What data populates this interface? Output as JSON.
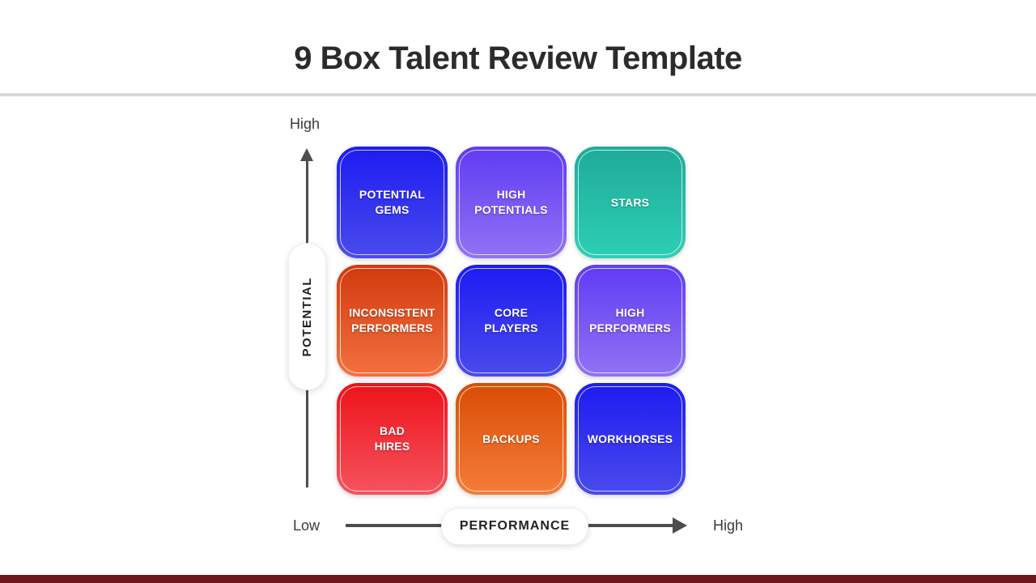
{
  "title": "9 Box Talent Review Template",
  "y_axis": {
    "top_label": "High",
    "label": "POTENTIAL"
  },
  "x_axis": {
    "left_label": "Low",
    "label": "PERFORMANCE",
    "right_label": "High"
  },
  "grid": {
    "cells": [
      {
        "id": "potential-gems",
        "label": "POTENTIAL\nGEMS",
        "palette": "blue"
      },
      {
        "id": "high-potentials",
        "label": "HIGH\nPOTENTIALS",
        "palette": "purple"
      },
      {
        "id": "stars",
        "label": "STARS",
        "palette": "teal"
      },
      {
        "id": "inconsistent-performers",
        "label": "INCONSISTENT\nPERFORMERS",
        "palette": "orange_red"
      },
      {
        "id": "core-players",
        "label": "CORE\nPLAYERS",
        "palette": "blue"
      },
      {
        "id": "high-performers",
        "label": "HIGH\nPERFORMERS",
        "palette": "purple"
      },
      {
        "id": "bad-hires",
        "label": "BAD\nHIRES",
        "palette": "red"
      },
      {
        "id": "backups",
        "label": "BACKUPS",
        "palette": "orange"
      },
      {
        "id": "workhorses",
        "label": "WORKHORSES",
        "palette": "blue"
      }
    ]
  },
  "palette": {
    "blue": [
      "#1d1bf2",
      "#4a4bec"
    ],
    "purple": [
      "#5f3bf4",
      "#9173f4"
    ],
    "teal": [
      "#20aa9a",
      "#2dcfb4"
    ],
    "orange_red": [
      "#d2390d",
      "#f37140"
    ],
    "red": [
      "#ee1219",
      "#f5545f"
    ],
    "orange": [
      "#d94d06",
      "#f57d38"
    ]
  },
  "accent_colors": {
    "axis": "#4d4d4d",
    "divider": "#d9d9d9",
    "footer_bar": "#6e161b",
    "title_text": "#2b2b2b"
  }
}
